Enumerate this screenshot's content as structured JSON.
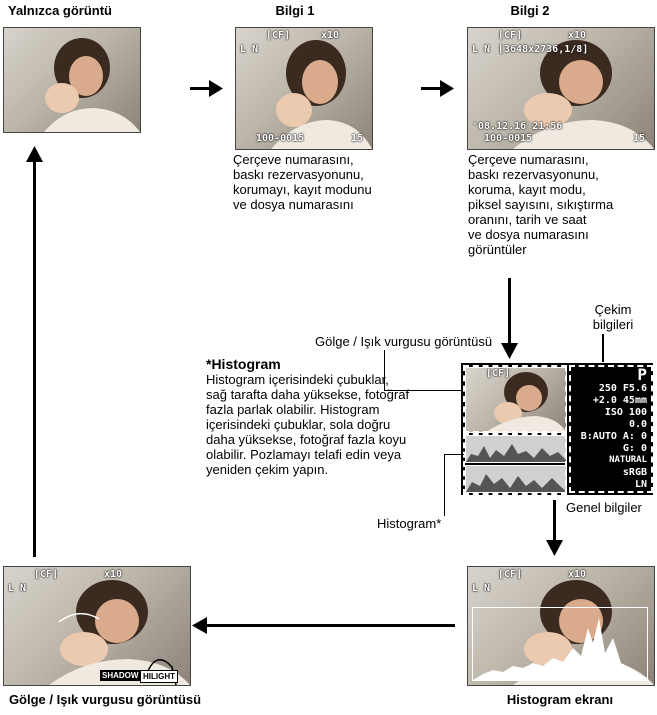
{
  "titles": {
    "only_image": "Yalnızca görüntü",
    "info1": "Bilgi 1",
    "info2": "Bilgi 2",
    "histogram_screen": "Histogram ekranı",
    "shadow_highlight_screen": "Gölge / Işık vurgusu görüntüsü"
  },
  "descriptions": {
    "info1": [
      "Çerçeve numarasını,",
      "baskı rezervasyonunu,",
      "korumayı, kayıt modunu",
      "ve dosya numarasını"
    ],
    "info2": [
      "Çerçeve numarasını,",
      "baskı rezervasyonunu,",
      "koruma, kayıt modu,",
      "piksel sayısını, sıkıştırma",
      "oranını, tarih ve saat",
      "ve dosya numarasını",
      "görüntüler"
    ]
  },
  "histogram_note": {
    "heading": "*Histogram",
    "lines": [
      "Histogram içerisindeki çubuklar,",
      "sağ tarafta daha yüksekse, fotoğraf",
      "fazla parlak olabilir. Histogram",
      "içerisindeki çubuklar, sola doğru",
      "daha yüksekse, fotoğraf fazla koyu",
      "olabilir. Pozlamayı telafi edin veya",
      "yeniden çekim yapın."
    ]
  },
  "callouts": {
    "shadow_highlight": "Gölge / Işık vurgusu görüntüsü",
    "shooting_info": [
      "Çekim",
      "bilgileri"
    ],
    "general_info": "Genel bilgiler",
    "histogram": "Histogram*"
  },
  "osd": {
    "card": "[CF]",
    "protect_zoom": "x10",
    "size": "[3648x2736,1/8]",
    "datetime": "'08.12.16  21:56",
    "file": "100-0015",
    "frame": "15",
    "quality": "L N"
  },
  "shooting_info": {
    "mode": "P",
    "lines": [
      "250  F5.6",
      "+2.0  45mm",
      "ISO  100",
      "0.0",
      "B:AUTO A: 0",
      "G: 0",
      "NATURAL",
      "sRGB",
      "LN"
    ]
  },
  "highlight_labels": {
    "shadow": "SHADOW",
    "hilight": "HILIGHT"
  },
  "colors": {
    "accent": "#000000",
    "screen_text": "#ffffff"
  }
}
